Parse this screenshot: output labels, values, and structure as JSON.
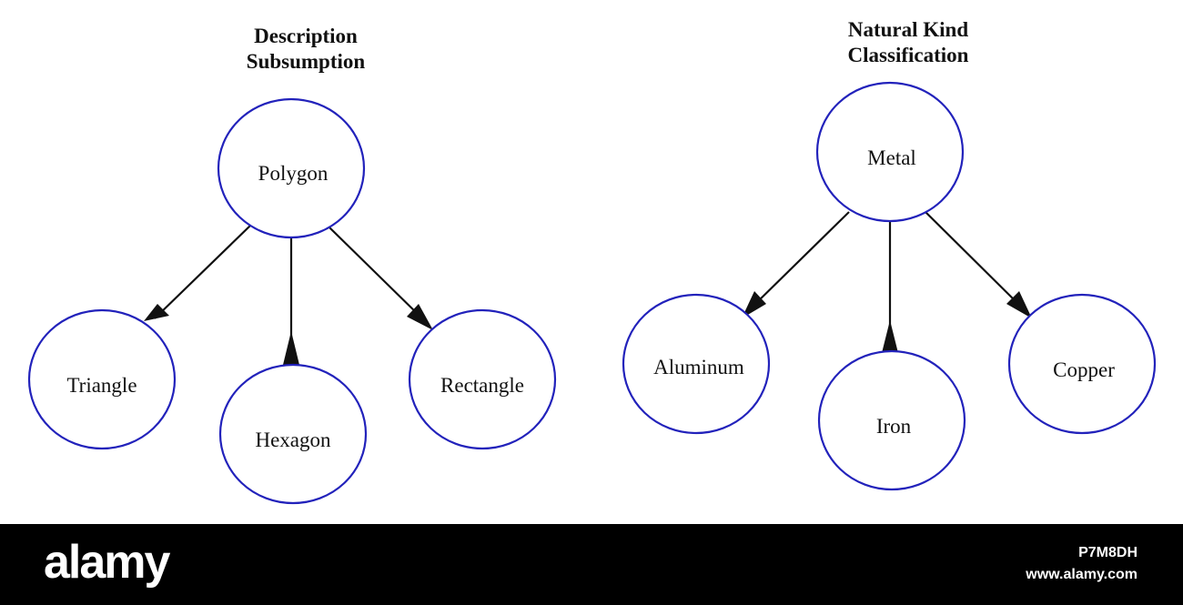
{
  "trees": [
    {
      "title_lines": [
        "Description",
        "Subsumption"
      ],
      "root": "Polygon",
      "children": [
        "Triangle",
        "Hexagon",
        "Rectangle"
      ]
    },
    {
      "title_lines": [
        "Natural Kind",
        "Classification"
      ],
      "root": "Metal",
      "children": [
        "Aluminum",
        "Iron",
        "Copper"
      ]
    }
  ],
  "colors": {
    "node_stroke": "#2222bb",
    "edge": "#111111",
    "footer_background": "#000000",
    "footer_text": "#ffffff"
  },
  "watermark": {
    "logo": "alamy",
    "image_id": "P7M8DH",
    "url": "www.alamy.com"
  }
}
